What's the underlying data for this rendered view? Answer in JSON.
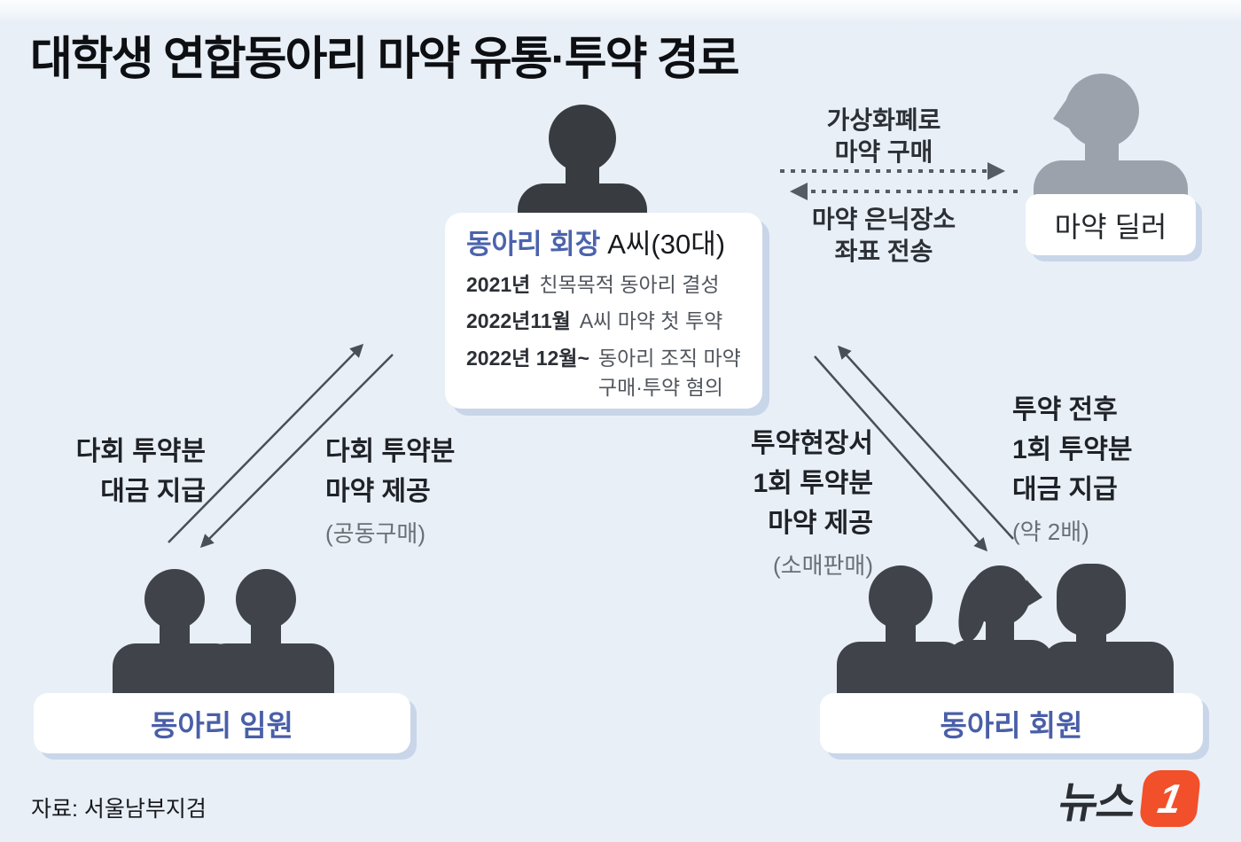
{
  "title": "대학생 연합동아리 마약 유통·투약 경로",
  "source": "자료: 서울남부지검",
  "logo": {
    "text": "뉴스",
    "badge": "1"
  },
  "colors": {
    "background": "#e8eff7",
    "accent_blue": "#4a5fa8",
    "brand_orange": "#f2502a",
    "silhouette_dark": "#3d4147",
    "silhouette_gray": "#9ba2ab",
    "arrow": "#4a4f56"
  },
  "nodes": {
    "president": {
      "title_highlight": "동아리 회장",
      "title_rest": "A씨(30대)",
      "timeline": [
        {
          "date": "2021년",
          "desc": "친목목적 동아리 결성"
        },
        {
          "date": "2022년11월",
          "desc": "A씨 마약 첫 투약"
        },
        {
          "date": "2022년 12월~",
          "desc": "동아리 조직 마약 구매·투약 혐의"
        }
      ]
    },
    "dealer": {
      "label": "마약 딜러"
    },
    "executives": {
      "label": "동아리 임원"
    },
    "members": {
      "label": "동아리 회원"
    }
  },
  "flows": {
    "dealer_buy": [
      "가상화폐로",
      "마약 구매"
    ],
    "dealer_coords": [
      "마약 은닉장소",
      "좌표 전송"
    ],
    "exec_payment": [
      "다회 투약분",
      "대금 지급"
    ],
    "exec_supply": [
      "다회 투약분",
      "마약 제공"
    ],
    "exec_supply_note": "(공동구매)",
    "member_supply": [
      "투약현장서",
      "1회 투약분",
      "마약 제공"
    ],
    "member_supply_note": "(소매판매)",
    "member_payment": [
      "투약 전후",
      "1회 투약분",
      "대금 지급"
    ],
    "member_payment_note": "(약 2배)"
  }
}
